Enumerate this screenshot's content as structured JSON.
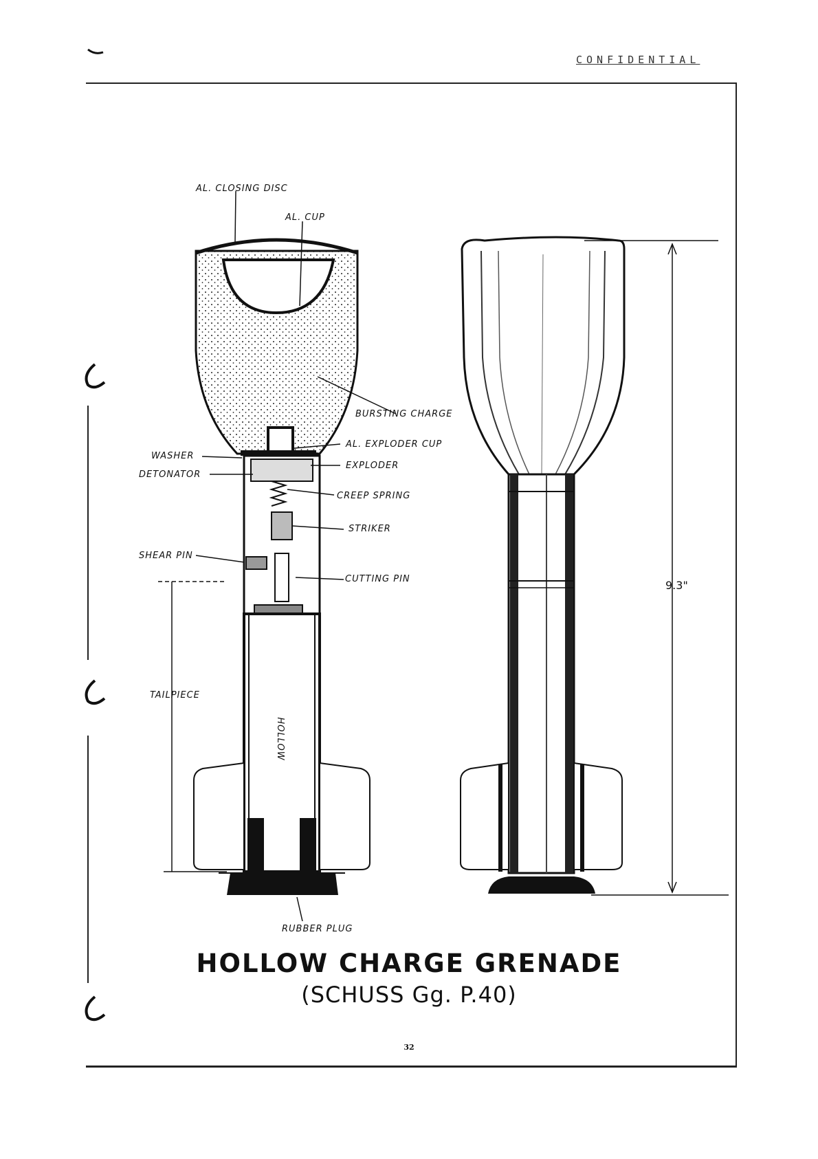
{
  "header": {
    "classification": "CONFIDENTIAL"
  },
  "labels": {
    "closing_disc": "AL. CLOSING DISC",
    "cup": "AL. CUP",
    "bursting_charge": "BURSTING CHARGE",
    "exploder_cup": "AL. EXPLODER CUP",
    "washer": "WASHER",
    "exploder": "EXPLODER",
    "detonator": "DETONATOR",
    "creep_spring": "CREEP SPRING",
    "striker": "STRIKER",
    "shear_pin": "SHEAR PIN",
    "cutting_pin": "CUTTING PIN",
    "tailpiece": "TAILPIECE",
    "hollow": "HOLLOW",
    "rubber_plug": "RUBBER PLUG"
  },
  "dimension": {
    "overall_length": "9.3\""
  },
  "title": "HOLLOW CHARGE GRENADE",
  "subtitle": "(SCHUSS Gg. P.40)",
  "page_number": "32"
}
